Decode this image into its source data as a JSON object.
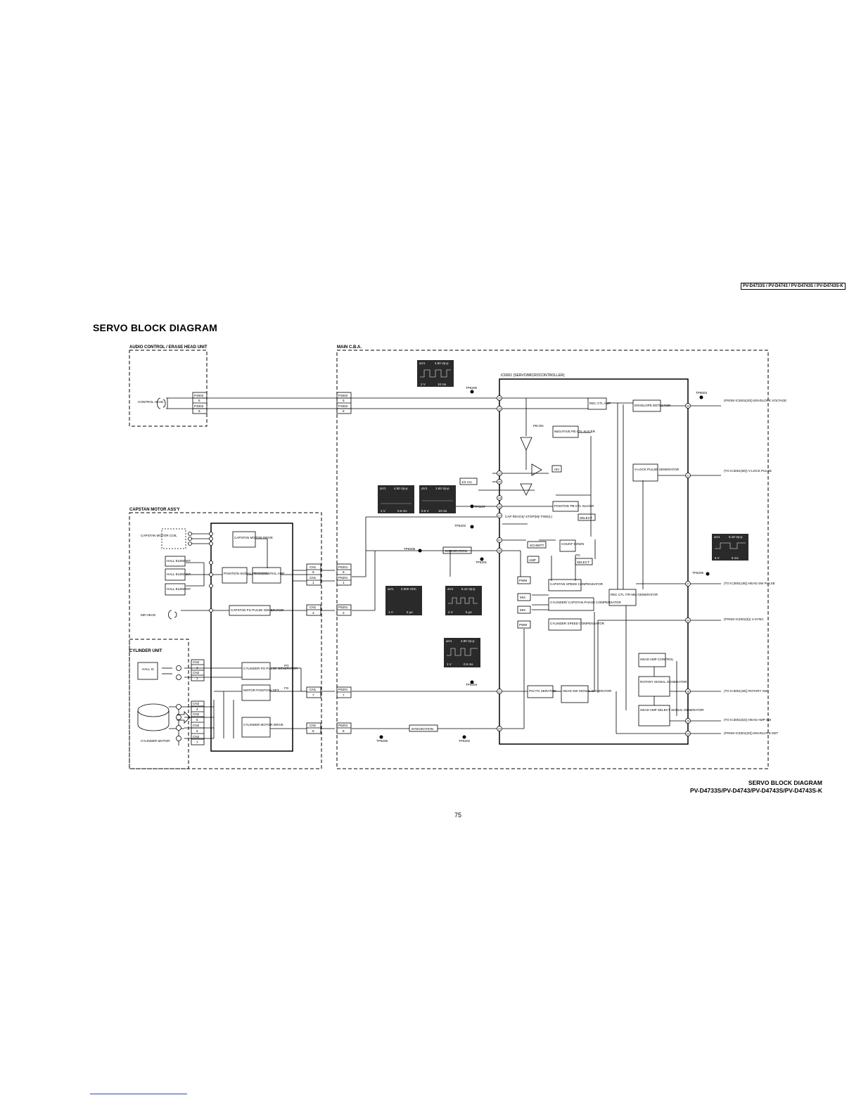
{
  "header": {
    "model_badge": "PV-D4733S / PV-D4743 / PV-D4743S / PV-D4743S-K",
    "title": "SERVO BLOCK DIAGRAM"
  },
  "units": {
    "audio_control": "AUDIO CONTROL / ERASE HEAD UNIT",
    "main_cba": "MAIN C.B.A.",
    "capstan_motor": "CAPSTAN MOTOR ASS'Y",
    "cylinder_unit": "CYLINDER UNIT"
  },
  "components": {
    "control_head": "CONTROL HEAD",
    "capstan_motor_coil": "CAPSTAN MOTOR COIL",
    "hall_element": "HALL ELEMENT",
    "mr_head": "MR HEAD",
    "hall_ic": "HALL IC",
    "cylinder_motor": "CYLINDER MOTOR"
  },
  "blocks": {
    "capstan_motor_drive": "CAPSTAN MOTOR DRIVE",
    "position_signal_process": "POSITION SIGNAL PROCESS",
    "differential_amp": "DIFFERENTIAL AMP",
    "capstan_fg_pulse_generator": "CAPSTAN FG PULSE GENERATOR",
    "cylinder_pg_pulse_generator": "CYLINDER PG PULSE GENERATOR",
    "motor_position_det": "MOTOR POSITION DET",
    "cylinder_motor_drive": "CYLINDER MOTOR DRIVE",
    "ic_label": "IC6001 (SERVO/MICROCONTROLLER)",
    "rec_ctl_amp": "REC CTL AMP",
    "envelope_detector": "ENVELOPE DETECTOR",
    "negative_pb_ctl_slicer": "NEGATIVE PB CTL SLICER",
    "positive_pb_ctl_slicer": "POSITIVE PB CTL SLICER",
    "v_lock_pulse_generator": "V-LOCK PULSE GENERATOR",
    "select": "SELECT",
    "schmitt": "SCHMITT",
    "count_down": "COUNT DOWN",
    "amp": "AMP",
    "integration": "INTEGRATION",
    "pwm": "PWM",
    "mix": "MIX",
    "capstan_speed_compensator": "CAPSTAN SPEED COMPENSATOR",
    "cylinder_capstan_phase_compensator": "CYLINDER/ CAPSTAN PHASE COMPENSATOR",
    "cylinder_speed_compensator": "CYLINDER SPEED COMPENSATOR",
    "rec_ctl_tr_mm_generator": "REC CTL /TR MM GENERATOR",
    "pg_fg_separator": "PG/ FG SERATOR",
    "head_sw_signal_generator": "HEAD SW SIGNAL GENERATOR",
    "head_amp_control": "HEAD AMP CONTROL",
    "rotary_signal_generator": "ROTARY SIGNAL GENERATOR",
    "head_amp_select_signal_generator": "HEAD AMP SELECT SIGNAL GENERATOR",
    "half_vcc": "1/2 Vcc",
    "plus5v": "+5V"
  },
  "signals": {
    "pb_on": "PB-ON",
    "cap_rev": "CAP REV(H)/ STOP(M)/ FWD(L)",
    "pg": "PG",
    "fg": "FG",
    "envelope_voltage": "(FROM IC3001(20)) ENVELOPE VOLTAGE",
    "v_lock_pulse": "(TO IC3001(50)) V-LOCK PULSE",
    "head_sw_pulse": "(TO IC3001(48)) HEAD SW PULSE",
    "v_sync": "(FROM IC3001(5)) V-SYNC",
    "rotary_sw": "(TO IC3001(28)) ROTARY SW",
    "head_amp_sw": "(TO IC3001(52)) HEAD AMP SW",
    "envelope_det": "(FROM IC3001(20)) ENVELOPE DET"
  },
  "test_points": [
    "TP6200",
    "TP6003",
    "TP6207",
    "TP6203",
    "TP6209",
    "TP6201",
    "TP6205",
    "TP6204",
    "TP6206",
    "TP6202"
  ],
  "connectors": {
    "p4002": "P4002",
    "cn1": "CN1",
    "p6201": "P6201",
    "cn2": "CN2"
  },
  "pins": {
    "n1": "1",
    "n2": "2",
    "n3": "3",
    "n4": "4",
    "n5": "5",
    "n6": "6",
    "n7": "7",
    "n8": "8",
    "n9": "9",
    "p15": "15",
    "p14": "14",
    "p12": "12",
    "p20": "20",
    "p13": "13",
    "p16": "16",
    "p17": "17",
    "p67": "67",
    "p35": "35",
    "p22": "22",
    "p24": "24",
    "p30": "30",
    "p21": "21",
    "p27": "27",
    "p32": "32",
    "p28": "28",
    "p25": "25",
    "p29": "29"
  },
  "waveforms": [
    {
      "delta": "ΔV1",
      "vpp": "4.50 Vp-p",
      "scale_v": "2 V",
      "scale_t": "10 ms"
    },
    {
      "delta": "ΔV1",
      "vpp": "4.50 Vp-p",
      "scale_v": "1 V",
      "scale_t": "0.5 ms"
    },
    {
      "delta": "ΔV1",
      "vpp": "1.93 Vp-p",
      "scale_v": "0.5 V",
      "scale_t": "10 ms"
    },
    {
      "delta": "ΔV1",
      "vpp": "5.18 Vp-p",
      "scale_v": "5 V",
      "scale_t": "5 ms"
    },
    {
      "delta": "ΔV1",
      "vpp": "2.500 VDC",
      "scale_v": "1 V",
      "scale_t": "5 µs"
    },
    {
      "delta": "ΔV1",
      "vpp": "5.12 Vp-p",
      "scale_v": "2 V",
      "scale_t": "5 µs"
    },
    {
      "delta": "ΔV1",
      "vpp": "4.80 Vp-p",
      "scale_v": "1 V",
      "scale_t": "0.5 ms"
    }
  ],
  "footer": {
    "caption_line1": "SERVO BLOCK DIAGRAM",
    "caption_line2": "PV-D4733S/PV-D4743/PV-D4743S/PV-D4743S-K",
    "page_number": "75"
  }
}
